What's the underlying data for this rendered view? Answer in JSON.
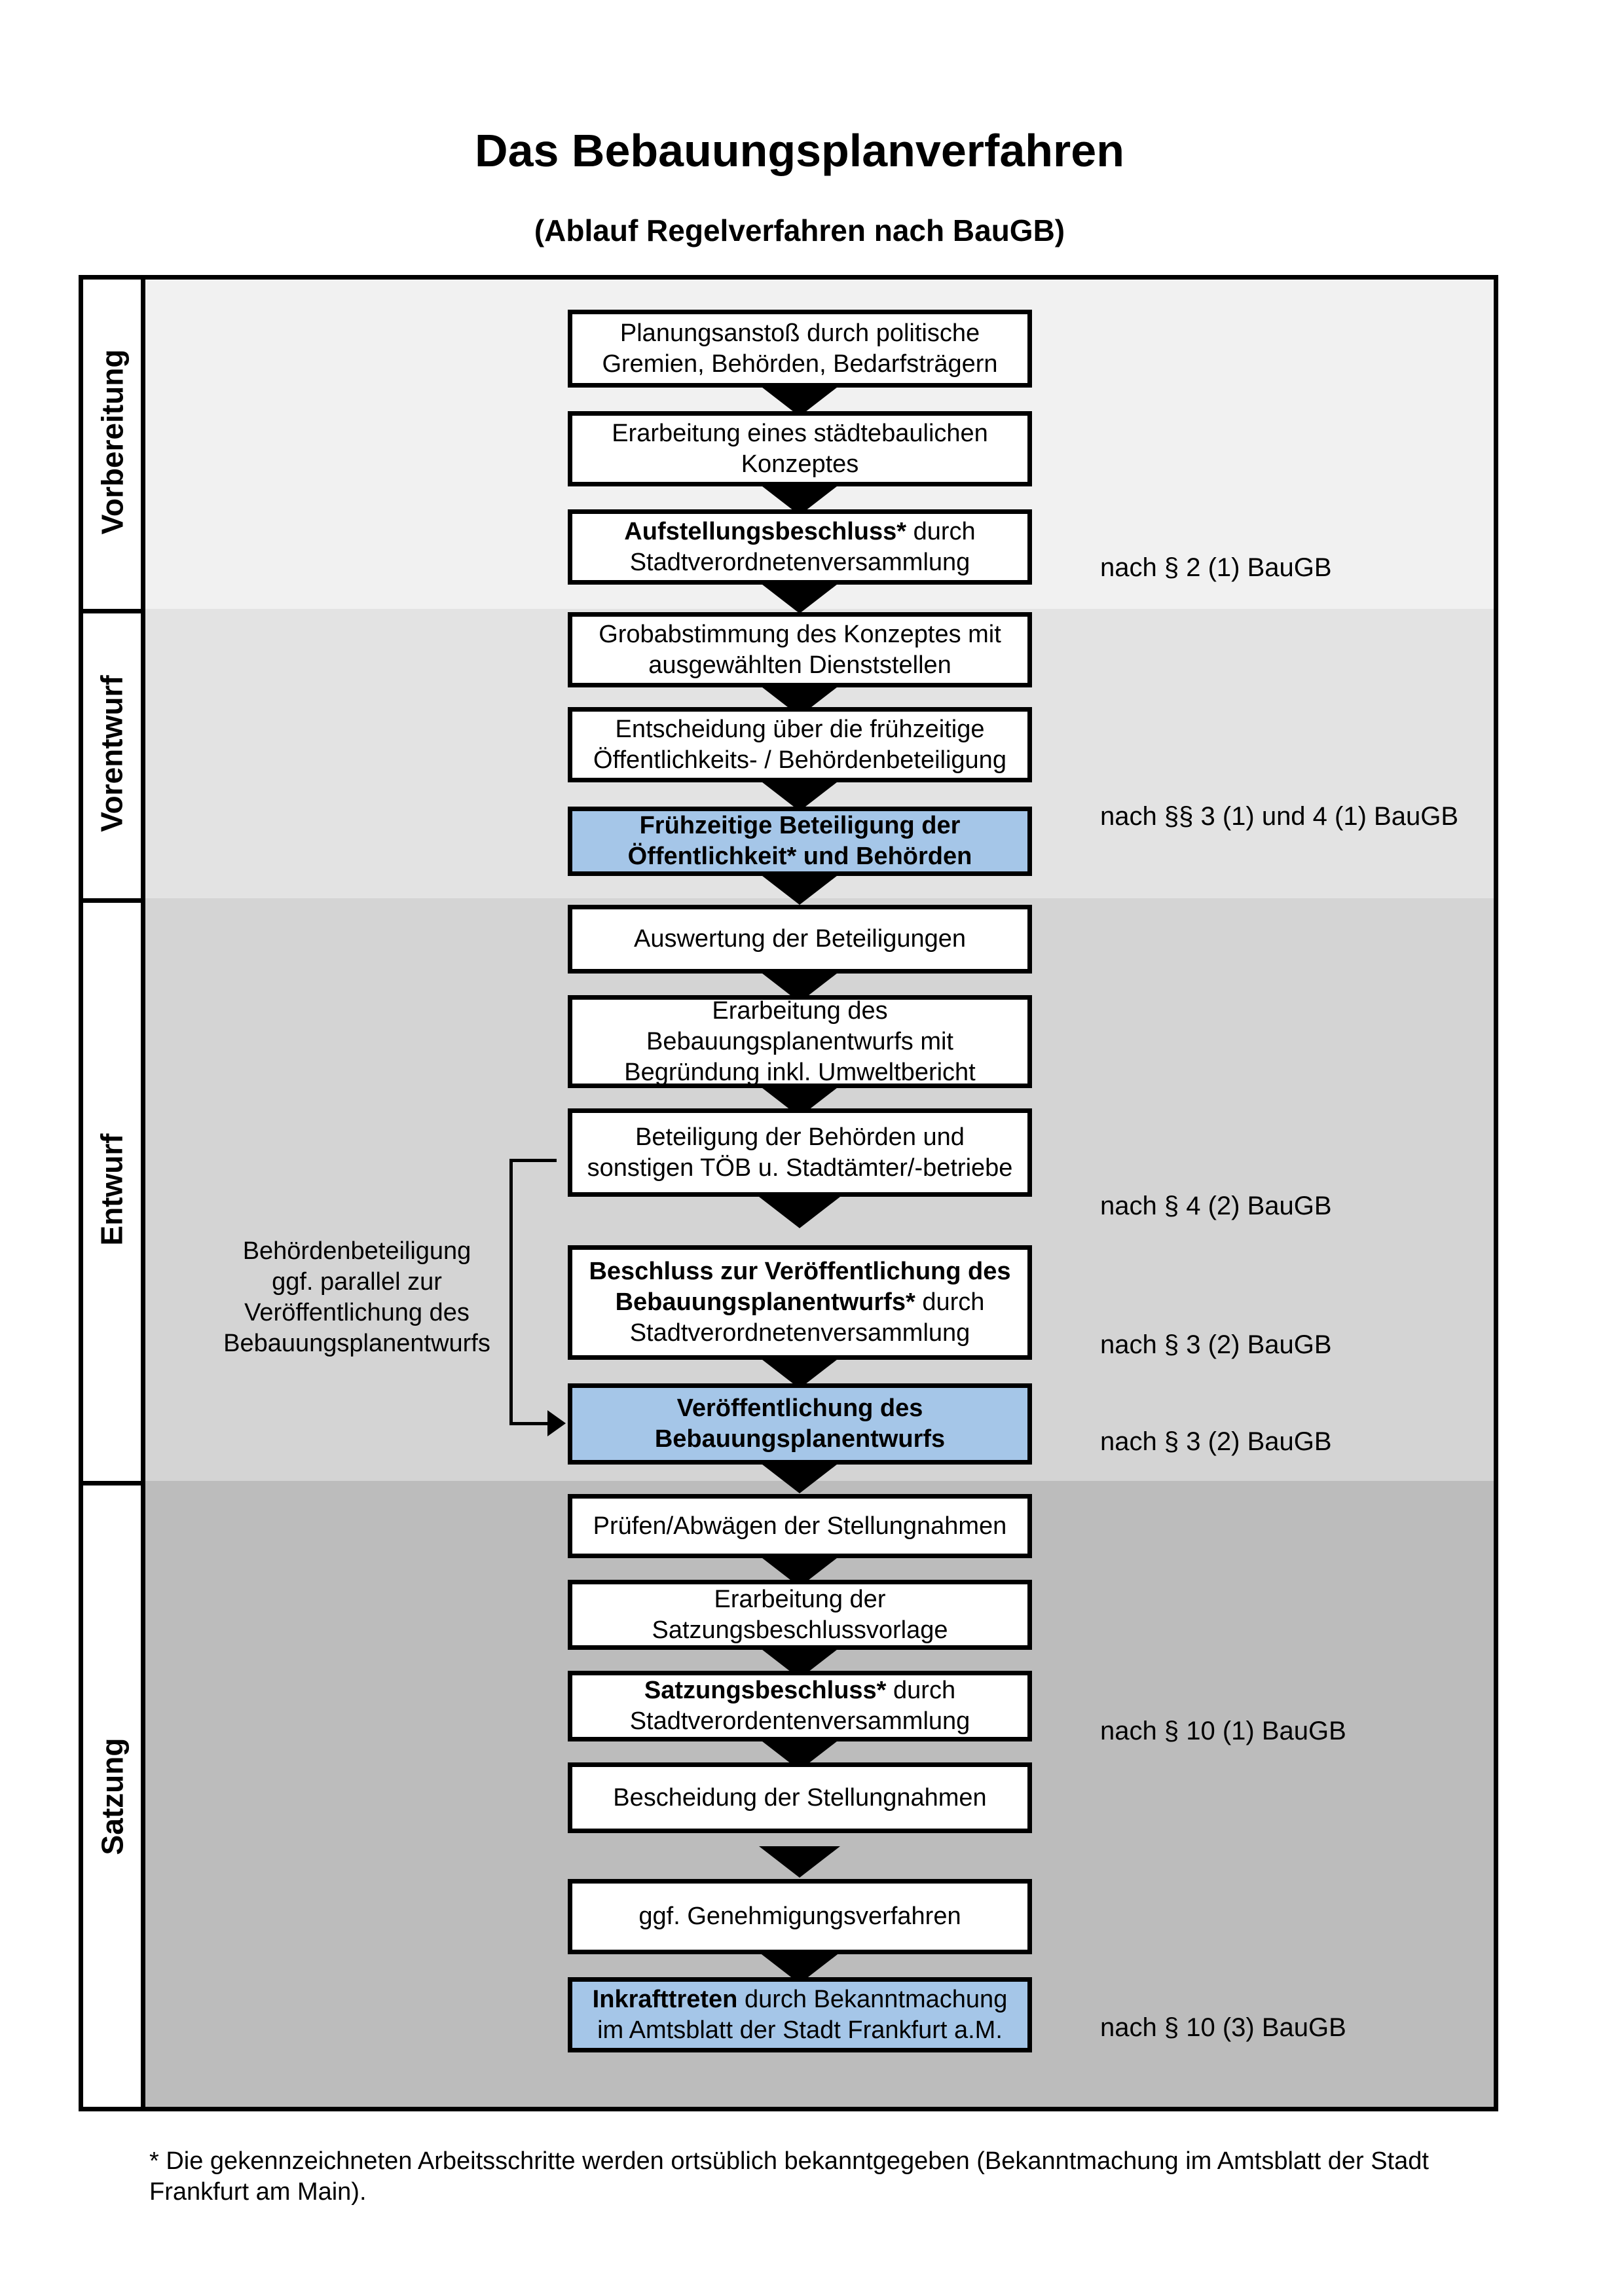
{
  "page": {
    "title": "Das Bebauungsplanverfahren",
    "subtitle": "(Ablauf Regelverfahren nach BauGB)"
  },
  "phases": [
    {
      "label": "Vorbereitung"
    },
    {
      "label": "Vorentwurf"
    },
    {
      "label": "Entwurf"
    },
    {
      "label": "Satzung"
    }
  ],
  "steps": [
    {
      "lines": [
        {
          "bold": "",
          "rest": "Planungsanstoß durch politische"
        },
        {
          "bold": "",
          "rest": "Gremien, Behörden, Bedarfsträgern"
        }
      ]
    },
    {
      "lines": [
        {
          "bold": "",
          "rest": "Erarbeitung eines städtebaulichen"
        },
        {
          "bold": "",
          "rest": "Konzeptes"
        }
      ]
    },
    {
      "lines": [
        {
          "bold": "Aufstellungsbeschluss*",
          "rest": " durch"
        },
        {
          "bold": "",
          "rest": "Stadtverordnetenversammlung"
        }
      ]
    },
    {
      "lines": [
        {
          "bold": "",
          "rest": "Grobabstimmung des Konzeptes mit"
        },
        {
          "bold": "",
          "rest": "ausgewählten Dienststellen"
        }
      ]
    },
    {
      "lines": [
        {
          "bold": "",
          "rest": "Entscheidung über die frühzeitige"
        },
        {
          "bold": "",
          "rest": "Öffentlichkeits- / Behördenbeteiligung"
        }
      ]
    },
    {
      "lines": [
        {
          "bold": "Frühzeitige Beteiligung der",
          "rest": ""
        },
        {
          "bold": "Öffentlichkeit* und Behörden",
          "rest": ""
        }
      ]
    },
    {
      "lines": [
        {
          "bold": "",
          "rest": "Auswertung der Beteiligungen"
        }
      ]
    },
    {
      "lines": [
        {
          "bold": "",
          "rest": "Erarbeitung des"
        },
        {
          "bold": "",
          "rest": "Bebauungsplanentwurfs mit"
        },
        {
          "bold": "",
          "rest": "Begründung inkl. Umweltbericht"
        }
      ]
    },
    {
      "lines": [
        {
          "bold": "",
          "rest": "Beteiligung der Behörden und"
        },
        {
          "bold": "",
          "rest": "sonstigen TÖB u. Stadtämter/-betriebe"
        }
      ]
    },
    {
      "lines": [
        {
          "bold": "Beschluss zur Veröffentlichung des",
          "rest": ""
        },
        {
          "bold": "Bebauungsplanentwurfs*",
          "rest": " durch"
        },
        {
          "bold": "",
          "rest": "Stadtverordnetenversammlung"
        }
      ]
    },
    {
      "lines": [
        {
          "bold": "Veröffentlichung des",
          "rest": ""
        },
        {
          "bold": "Bebauungsplanentwurfs",
          "rest": ""
        }
      ]
    },
    {
      "lines": [
        {
          "bold": "",
          "rest": "Prüfen/Abwägen der Stellungnahmen"
        }
      ]
    },
    {
      "lines": [
        {
          "bold": "",
          "rest": "Erarbeitung der"
        },
        {
          "bold": "",
          "rest": "Satzungsbeschlussvorlage"
        }
      ]
    },
    {
      "lines": [
        {
          "bold": "Satzungsbeschluss*",
          "rest": " durch"
        },
        {
          "bold": "",
          "rest": "Stadtverordentenversammlung"
        }
      ]
    },
    {
      "lines": [
        {
          "bold": "",
          "rest": "Bescheidung der Stellungnahmen"
        }
      ]
    },
    {
      "lines": [
        {
          "bold": "",
          "rest": "ggf. Genehmigungsverfahren"
        }
      ]
    },
    {
      "lines": [
        {
          "bold": "Inkrafttreten",
          "rest": " durch Bekanntmachung"
        },
        {
          "bold": "",
          "rest": "im Amtsblatt der Stadt Frankfurt a.M."
        }
      ]
    }
  ],
  "refs": [
    {
      "text": "nach § 2 (1) BauGB"
    },
    {
      "text": "nach §§ 3 (1) und 4 (1) BauGB"
    },
    {
      "text": "nach § 4 (2) BauGB"
    },
    {
      "text": "nach § 3 (2) BauGB"
    },
    {
      "text": "nach § 3 (2) BauGB"
    },
    {
      "text": "nach § 10 (1) BauGB"
    },
    {
      "text": "nach § 10 (3) BauGB"
    }
  ],
  "annotation": {
    "lines": [
      "Behördenbeteiligung",
      "ggf. parallel zur",
      "Veröffentlichung des",
      "Bebauungsplanentwurfs"
    ]
  },
  "footnote": {
    "lines": [
      "* Die gekennzeichneten Arbeitsschritte werden ortsüblich bekanntgegeben (Bekanntmachung im Amtsblatt  der Stadt",
      "Frankfurt am Main)."
    ]
  },
  "colors": {
    "highlight_blue": "#a5c6e8",
    "band_vorbereitung": "#f1f1f1",
    "band_vorentwurf": "#e3e3e3",
    "band_entwurf": "#d4d4d4",
    "band_satzung": "#bcbcbc",
    "box_border": "#000000"
  }
}
